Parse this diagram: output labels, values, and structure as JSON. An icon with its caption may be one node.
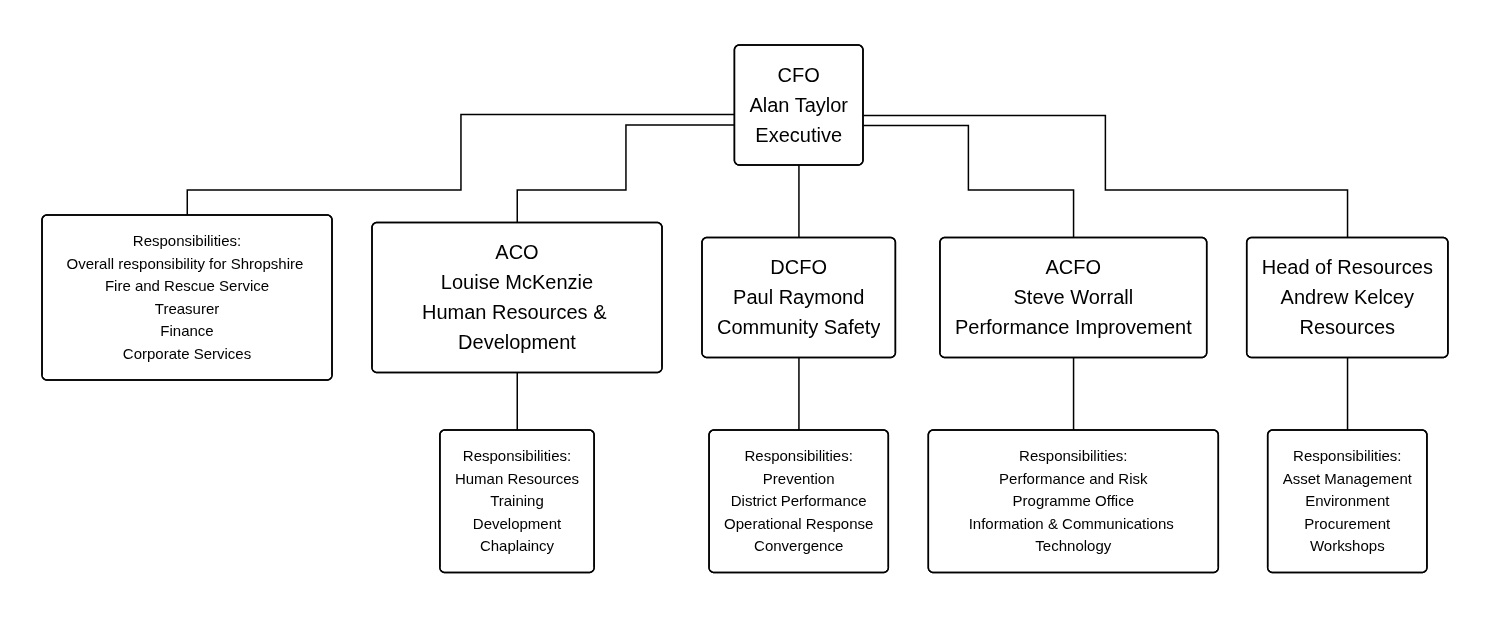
{
  "diagram": {
    "nodes": [
      {
        "text": [
          "CFO",
          "Alan Taylor",
          "Executive"
        ]
      },
      {
        "text": [
          "Responsibilities:",
          "Overall responsibility for Shropshire Fire and Rescue Service",
          "Treasurer",
          "Finance",
          "Corporate Services"
        ]
      },
      {
        "text": [
          "ACO",
          "Louise McKenzie",
          "Human Resources & Development"
        ]
      },
      {
        "text": [
          "DCFO",
          "Paul Raymond",
          "Community Safety"
        ]
      },
      {
        "text": [
          "ACFO",
          "Steve Worrall",
          "Performance Improvement"
        ]
      },
      {
        "text": [
          "Head of Resources",
          "Andrew Kelcey",
          "Resources"
        ]
      },
      {
        "text": [
          "Responsibilities:",
          "Human Resources",
          "Training",
          "Development",
          "Chaplaincy"
        ]
      },
      {
        "text": [
          "Responsibilities:",
          "Prevention",
          "District Performance",
          "Operational Response",
          "Convergence"
        ]
      },
      {
        "text": [
          "Responsibilities:",
          "Performance and Risk",
          "Programme Office",
          "Information & Communications Technology"
        ]
      },
      {
        "text": [
          "Responsibilities:",
          "Asset Management",
          "Environment",
          "Procurement",
          "Workshops"
        ]
      }
    ],
    "edges": [
      {
        "from": 0,
        "to": 1,
        "arrow": "none"
      },
      {
        "from": 0,
        "to": 2,
        "arrow": "none"
      },
      {
        "from": 0,
        "to": 3,
        "arrow": "none"
      },
      {
        "from": 0,
        "to": 4,
        "arrow": "none"
      },
      {
        "from": 0,
        "to": 5,
        "arrow": "none"
      },
      {
        "from": 2,
        "to": 6,
        "arrow": "none"
      },
      {
        "from": 3,
        "to": 7,
        "arrow": "none"
      },
      {
        "from": 4,
        "to": 8,
        "arrow": "none"
      },
      {
        "from": 5,
        "to": 9,
        "arrow": "none"
      }
    ]
  }
}
